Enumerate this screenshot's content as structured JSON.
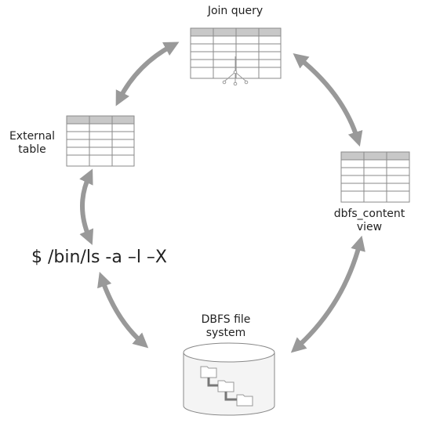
{
  "labels": {
    "join_query": "Join query",
    "external_table": [
      "External",
      "table"
    ],
    "dbfs_content_view": [
      "dbfs_content",
      "view"
    ],
    "dbfs_file_system": [
      "DBFS file",
      "system"
    ]
  },
  "command": "$ /bin/ls -a –l –X",
  "colors": {
    "arrow": "#999999",
    "table_header": "#c8c8c8",
    "table_border": "#8a8a8a",
    "cylinder_fill": "#f4f4f4",
    "cylinder_stroke": "#888888"
  }
}
